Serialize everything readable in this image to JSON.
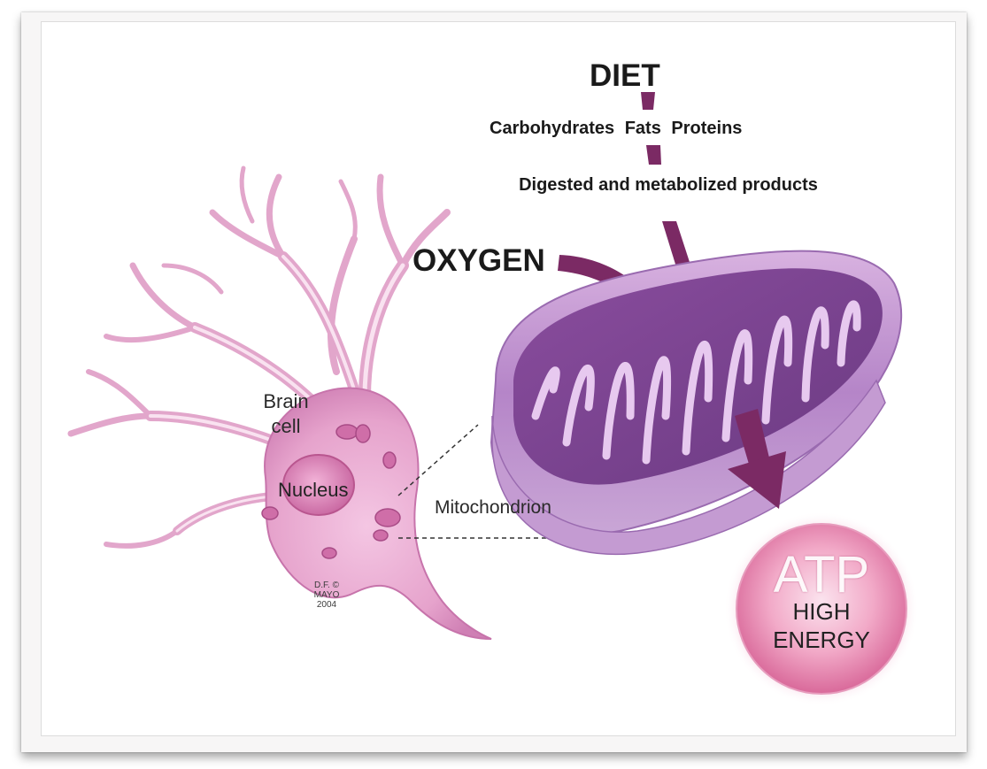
{
  "diagram": {
    "diet_title": "DIET",
    "nutrients": "Carbohydrates  Fats  Proteins",
    "digested": "Digested and metabolized products",
    "oxygen": "OXYGEN",
    "brain_cell": "Brain cell",
    "nucleus": "Nucleus",
    "mitochondrion": "Mitochondrion",
    "signature": "D.F. © MAYO 2004",
    "atp": "ATP",
    "high": "HIGH",
    "energy": "ENERGY"
  },
  "colors": {
    "arrow": "#7b2a64",
    "cell_pink": "#e8a9cf",
    "mito_purple": "#b27fc4",
    "atp_pink": "#e07aa6"
  }
}
